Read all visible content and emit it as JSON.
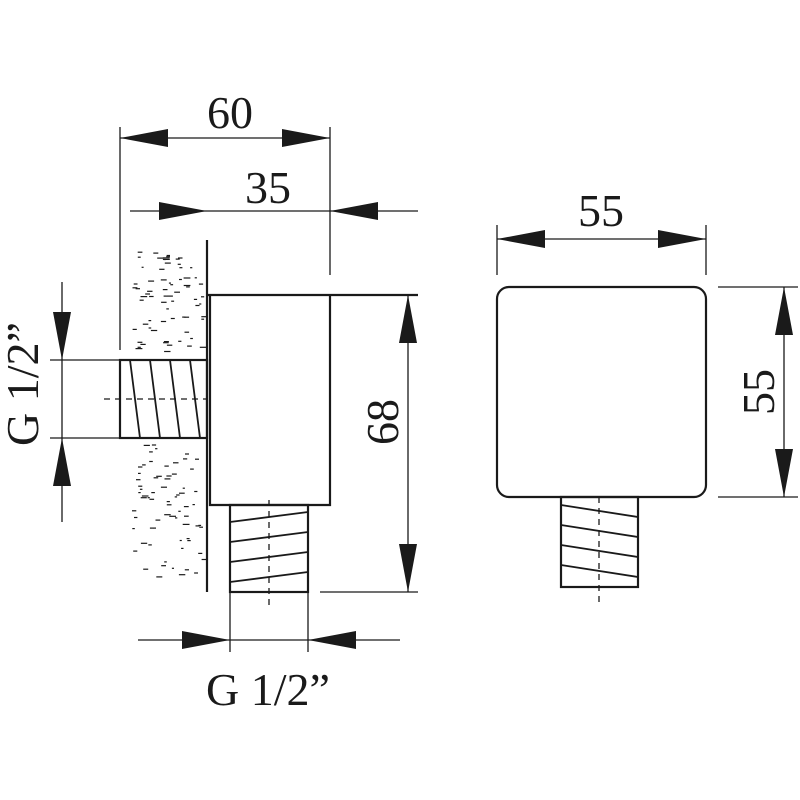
{
  "dimensions": {
    "overall_depth": "60",
    "body_depth": "35",
    "height": "68",
    "front_width": "55",
    "front_height": "55",
    "wall_thread": "G 1/2”",
    "outlet_thread": "G 1/2”"
  }
}
